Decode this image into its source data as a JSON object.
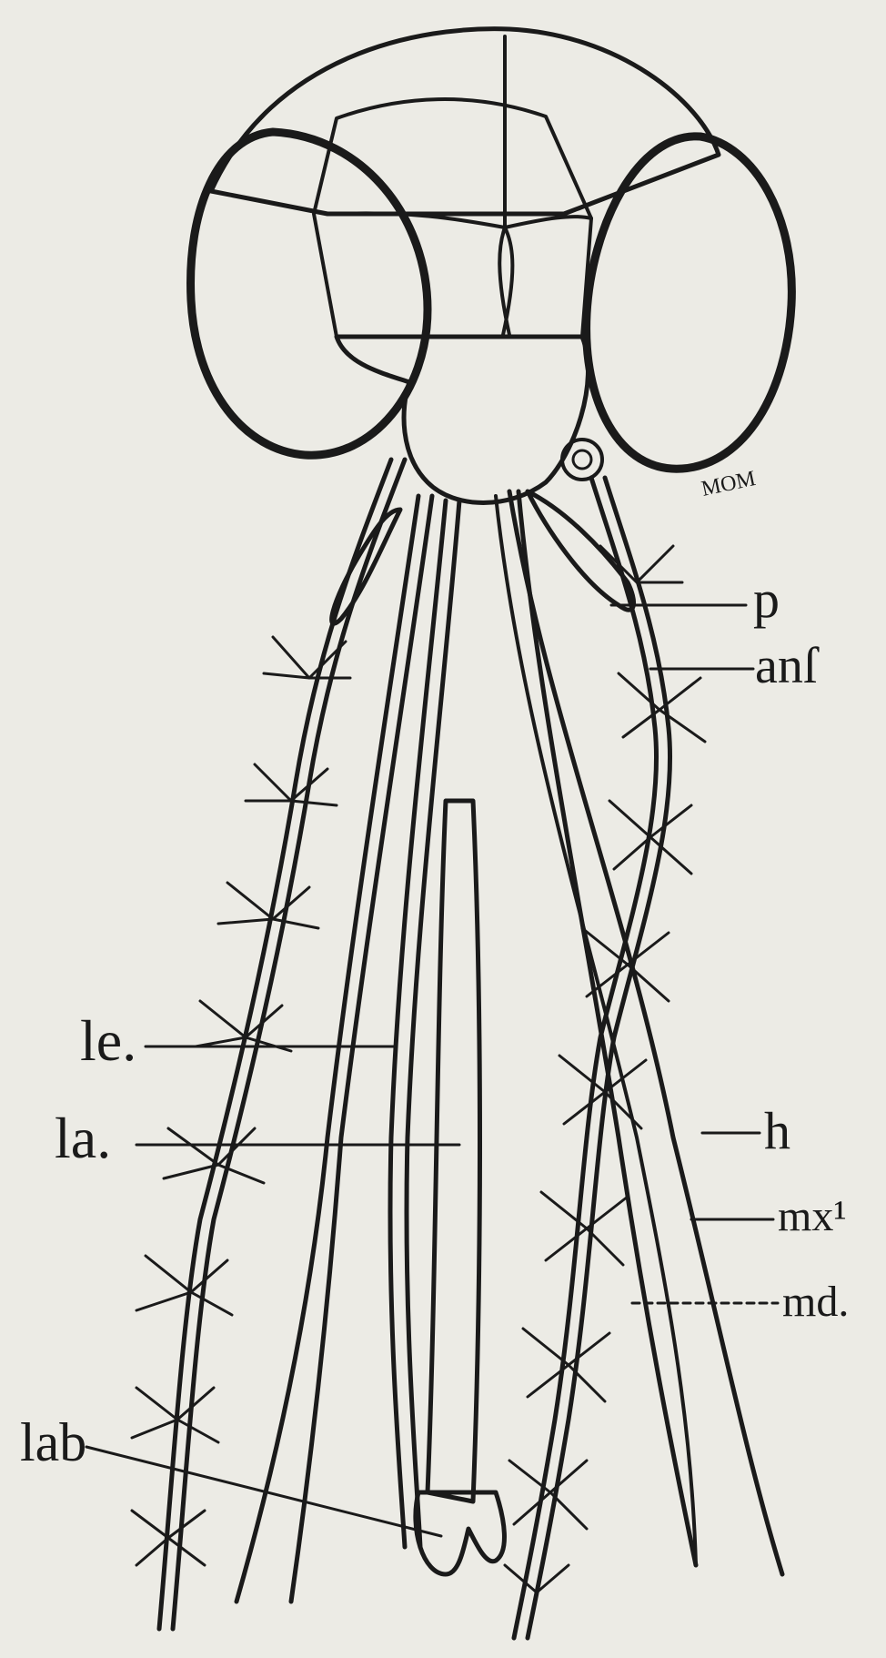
{
  "figure": {
    "labels": {
      "p": "p",
      "ant": "anſ",
      "h": "h",
      "mx": "mx¹",
      "md": "md.",
      "le": "le.",
      "la": "la.",
      "lab": "lab"
    },
    "signature": "MOM"
  },
  "colors": {
    "paper": "#ecebe5",
    "ink": "#1a1a1a"
  }
}
